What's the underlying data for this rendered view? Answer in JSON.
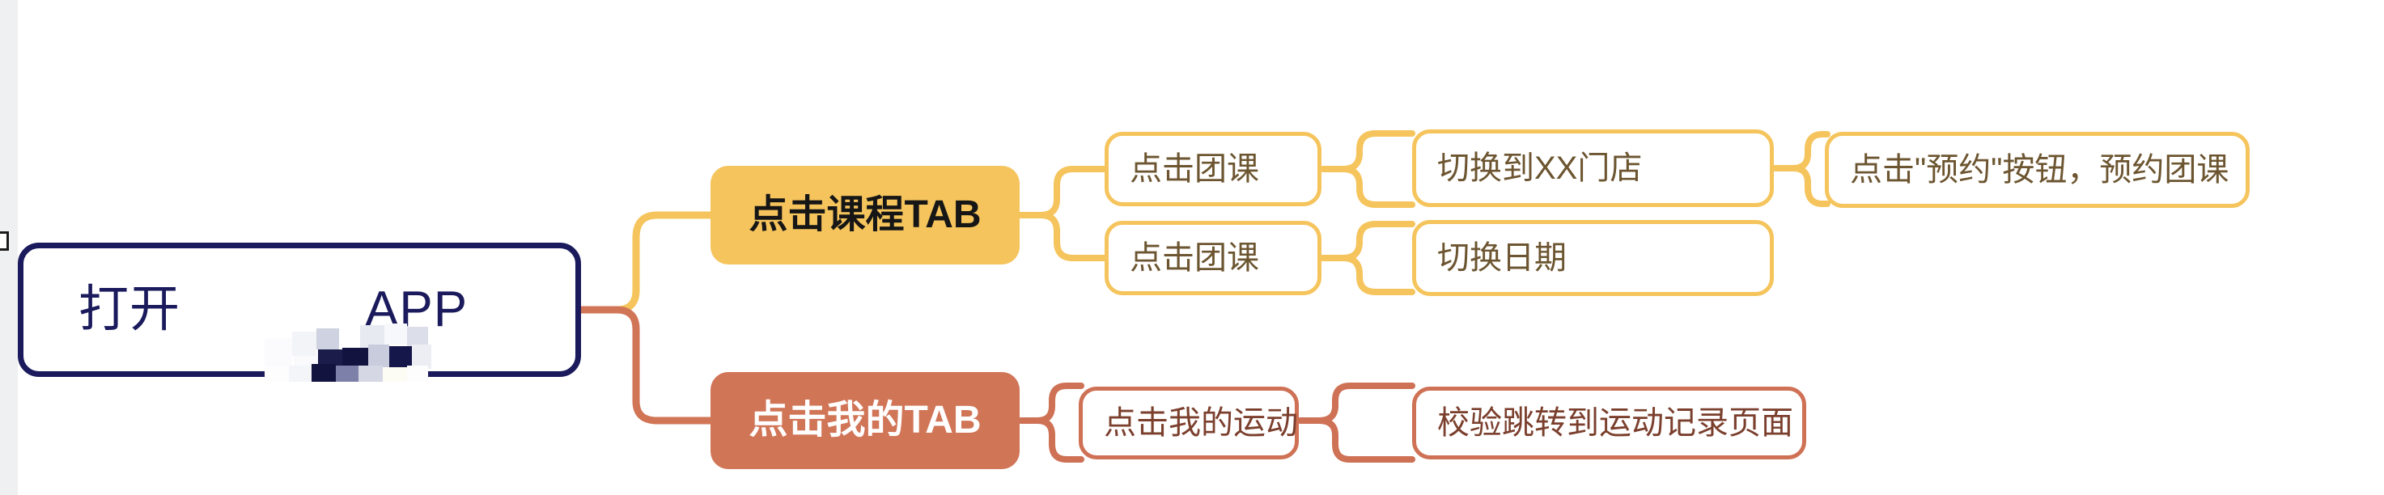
{
  "diagram": {
    "type": "mindmap",
    "title_censored": true,
    "colors": {
      "root_border": "#1a1a5c",
      "branch_course": "#F5C45C",
      "branch_mine": "#D17557",
      "leaf_text_yellow": "#6c5530",
      "leaf_text_salmon": "#7b3f2d",
      "canvas": "#ffffff",
      "gutter": "#eff0f1"
    },
    "root": {
      "label_prefix": "打开",
      "label_suffix": "APP",
      "label_full": "打开████APP",
      "censored_segment": true
    },
    "branches": [
      {
        "id": "course",
        "label": "点击课程TAB",
        "accent": "#F5C45C",
        "rows": [
          {
            "steps": [
              {
                "label": "点击团课"
              },
              {
                "label": "切换到XX门店"
              },
              {
                "label": "点击\"预约\"按钮，预约团课"
              }
            ]
          },
          {
            "steps": [
              {
                "label": "点击团课"
              },
              {
                "label": "切换日期"
              }
            ]
          }
        ]
      },
      {
        "id": "mine",
        "label": "点击我的TAB",
        "accent": "#D17557",
        "rows": [
          {
            "steps": [
              {
                "label": "点击我的运动"
              },
              {
                "label": "校验跳转到运动记录页面"
              }
            ]
          }
        ]
      }
    ]
  }
}
